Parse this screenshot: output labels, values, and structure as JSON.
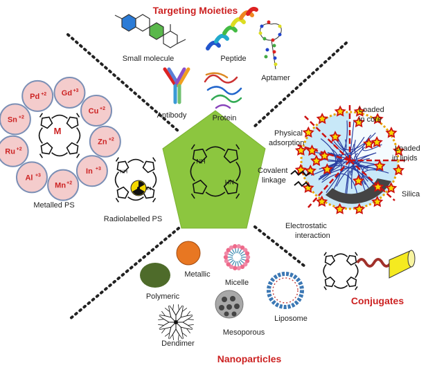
{
  "sections": {
    "targeting": "Targeting Moieties",
    "conjugates": "Conjugates",
    "nanoparticles": "Nanoparticles"
  },
  "targeting_items": {
    "small_molecule": "Small molecule",
    "peptide": "Peptide",
    "aptamer": "Aptamer",
    "antibody": "Antibody",
    "protein": "Protein"
  },
  "metalled": {
    "label": "Metalled PS",
    "center_metal": "M",
    "metals": [
      {
        "symbol": "Gd",
        "charge": "+3"
      },
      {
        "symbol": "Cu",
        "charge": "+2"
      },
      {
        "symbol": "Zn",
        "charge": "+2"
      },
      {
        "symbol": "In",
        "charge": "+3"
      },
      {
        "symbol": "Mn",
        "charge": "+2"
      },
      {
        "symbol": "Al",
        "charge": "+3"
      },
      {
        "symbol": "Ru",
        "charge": "+2"
      },
      {
        "symbol": "Sn",
        "charge": "+2"
      },
      {
        "symbol": "Pd",
        "charge": "+2"
      }
    ]
  },
  "radiolabelled": {
    "label": "Radiolabelled PS"
  },
  "porphyrin_labels": {
    "nh": "NH",
    "hn": "HN"
  },
  "silica_np": {
    "loaded_core": [
      "Loaded",
      "in core"
    ],
    "loaded_lipids": [
      "Loaded",
      "in lipids"
    ],
    "silica": "Silica",
    "physical": [
      "Physical",
      "adsorption"
    ],
    "covalent": [
      "Covalent",
      "linkage"
    ],
    "electrostatic": [
      "Electrostatic",
      "interaction"
    ]
  },
  "nanoparticle_items": {
    "metallic": "Metallic",
    "micelle": "Micelle",
    "polymeric": "Polymeric",
    "liposome": "Liposome",
    "dendimer": "Dendimer",
    "mesoporous": "Mesoporous"
  },
  "colors": {
    "title_red": "#cc2222",
    "pentagon_green": "#8cc63f",
    "metal_circle_fill": "#f4cccc",
    "metal_circle_stroke": "#7b8fb5",
    "metallic_orange": "#e87722",
    "polymeric_green": "#4e6b2a",
    "liposome_blue": "#3c78b4"
  },
  "icons": [
    "radiation-icon",
    "porphyrin-icon",
    "antibody-icon",
    "dna-helix-icon"
  ]
}
